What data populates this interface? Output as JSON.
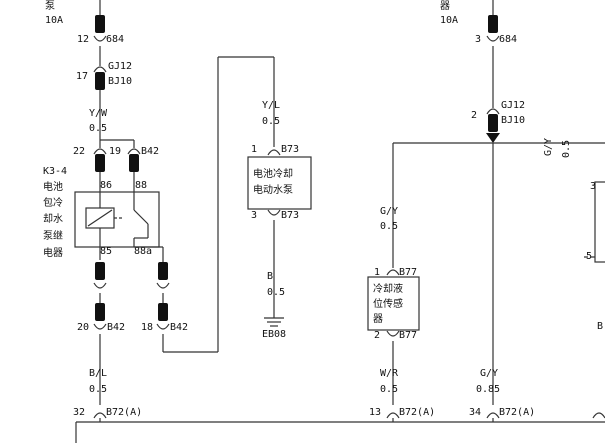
{
  "fuse_left": {
    "partial_label": "泵",
    "rating": "10A"
  },
  "fuse_right": {
    "partial_label": "器",
    "rating": "10A"
  },
  "left_branch": {
    "conn_top_pin": "12",
    "conn_top_id": "684",
    "gj_pin": "17",
    "gj_id": "GJ12",
    "bj_id": "BJ10",
    "wire_top_color": "Y/W",
    "wire_top_size": "0.5",
    "pin22": "22",
    "pin19": "19",
    "b42_top": "B42",
    "pin86": "86",
    "pin88": "88",
    "pin85": "85",
    "pin88a": "88a",
    "pin20": "20",
    "b42_a": "B42",
    "pin18": "18",
    "b42_b": "B42",
    "wire_bottom_color": "B/L",
    "wire_bottom_size": "0.5",
    "bottom_pin": "32",
    "bottom_conn": "B72(A)"
  },
  "relay": {
    "code": "K3-4",
    "name_lines": [
      "电池",
      "包冷",
      "却水",
      "泵继",
      "电器"
    ]
  },
  "pump": {
    "wire_top_color": "Y/L",
    "wire_top_size": "0.5",
    "pin_top": "1",
    "conn_top": "B73",
    "label_line1": "电池冷却",
    "label_line2": "电动水泵",
    "pin_bottom": "3",
    "conn_bottom": "B73",
    "wire_bottom_color": "B",
    "wire_bottom_size": "0.5",
    "ground": "EB08"
  },
  "sensor": {
    "wire_top_color": "G/Y",
    "wire_top_size": "0.5",
    "pin_top": "1",
    "conn_top": "B77",
    "label_line1": "冷却液",
    "label_line2": "位传感",
    "label_line3": "器",
    "pin_bottom": "2",
    "conn_bottom": "B77",
    "wire_bottom_color": "W/R",
    "wire_bottom_size": "0.5",
    "bottom_pin": "13",
    "bottom_conn": "B72(A)"
  },
  "right_branch": {
    "conn_top_pin": "3",
    "conn_top_id": "684",
    "gj_pin": "2",
    "gj_id": "GJ12",
    "bj_id": "BJ10",
    "wire_side_color": "G/Y",
    "wire_side_size": "0.5",
    "wire_bottom_color": "G/Y",
    "wire_bottom_size": "0.85",
    "bottom_pin": "34",
    "bottom_conn": "B72(A)"
  },
  "edge_right": {
    "pin3": "3",
    "pin5": "5",
    "partial": "B"
  }
}
